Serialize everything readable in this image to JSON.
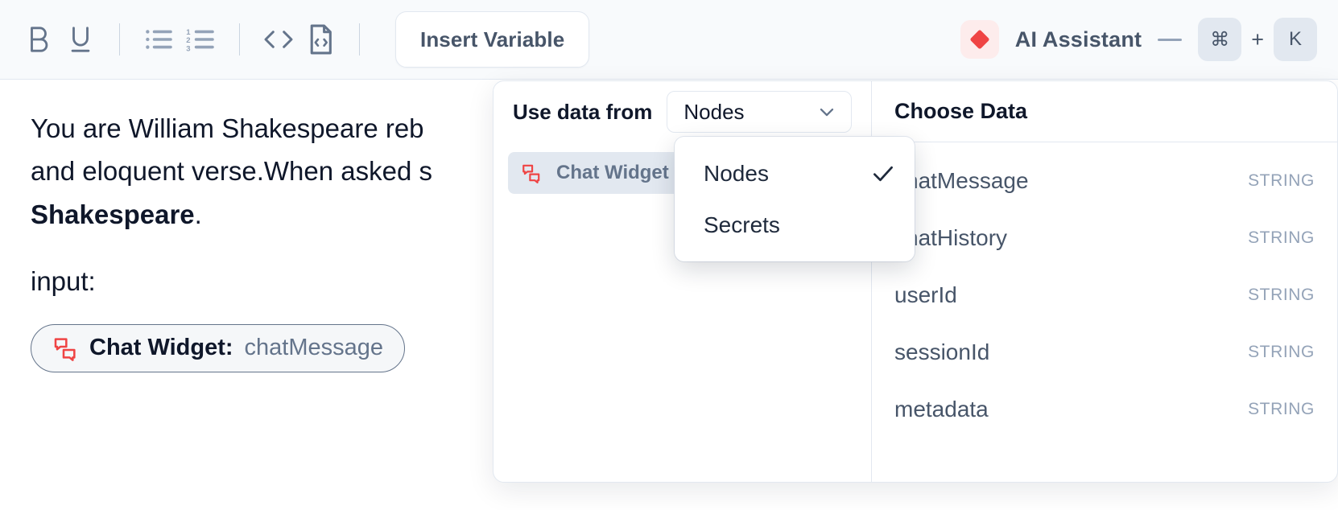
{
  "toolbar": {
    "buttons": [
      {
        "name": "bold-icon",
        "label": "B"
      },
      {
        "name": "underline-icon",
        "label": "U"
      },
      {
        "name": "bullet-list-icon",
        "label": "Bullet list"
      },
      {
        "name": "numbered-list-icon",
        "label": "Numbered list"
      },
      {
        "name": "code-icon",
        "label": "Inline code"
      },
      {
        "name": "code-block-icon",
        "label": "Code block"
      }
    ],
    "insert_variable_label": "Insert Variable",
    "ai": {
      "icon": "diamond-icon",
      "label": "AI Assistant",
      "separator": "—",
      "key_command": "⌘",
      "key_plus": "+",
      "key_letter": "K"
    }
  },
  "editor": {
    "paragraph_1_a": "You are William Shakespeare reb",
    "paragraph_1_b": "and eloquent verse.When asked s",
    "paragraph_1_bold": "Shakespeare",
    "paragraph_1_end": ".",
    "paragraph_2": "input:",
    "chip": {
      "icon": "chat-widget-icon",
      "node": "Chat Widget:",
      "field": "chatMessage"
    }
  },
  "picker": {
    "use_data_from_label": "Use data from",
    "source_value": "Nodes",
    "source_chevron": "chevron-down-icon",
    "nodes": [
      {
        "icon": "chat-widget-icon",
        "label": "Chat Widget",
        "selected": true
      }
    ],
    "choose_data_title": "Choose Data",
    "fields": [
      {
        "name": "chatMessage",
        "type": "STRING"
      },
      {
        "name": "chatHistory",
        "type": "STRING"
      },
      {
        "name": "userId",
        "type": "STRING"
      },
      {
        "name": "sessionId",
        "type": "STRING"
      },
      {
        "name": "metadata",
        "type": "STRING"
      }
    ]
  },
  "dropdown": {
    "items": [
      {
        "label": "Nodes",
        "checked": true
      },
      {
        "label": "Secrets",
        "checked": false
      }
    ]
  },
  "colors": {
    "accent_red": "#ef4444",
    "accent_red_bg": "#fdecec",
    "toolbar_bg": "#f8fafc",
    "border": "#e2e8f0",
    "text_slate": "#475569",
    "text_muted": "#94a3b8",
    "text_dark": "#0f172a"
  }
}
